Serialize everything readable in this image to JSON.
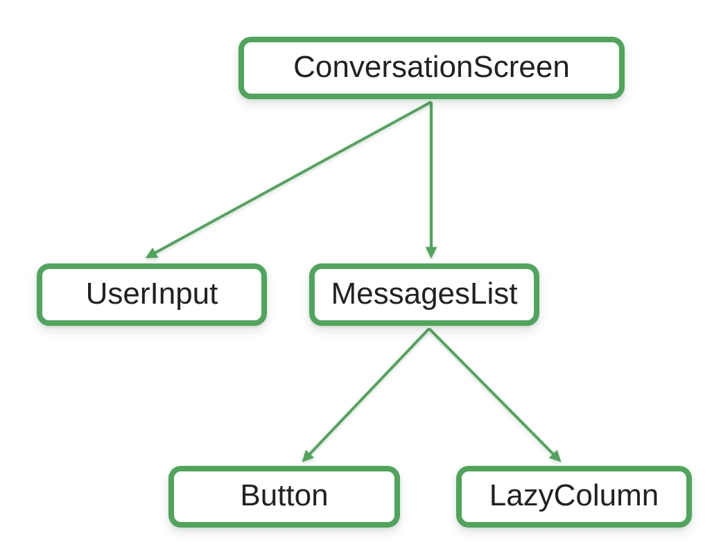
{
  "diagram": {
    "type": "component-tree",
    "description": "Compose UI component hierarchy tree",
    "nodes": {
      "conversation_screen": {
        "label": "ConversationScreen"
      },
      "user_input": {
        "label": "UserInput"
      },
      "messages_list": {
        "label": "MessagesList"
      },
      "button": {
        "label": "Button"
      },
      "lazy_column": {
        "label": "LazyColumn"
      }
    },
    "edges": [
      {
        "from": "ConversationScreen",
        "to": "UserInput"
      },
      {
        "from": "ConversationScreen",
        "to": "MessagesList"
      },
      {
        "from": "MessagesList",
        "to": "Button"
      },
      {
        "from": "MessagesList",
        "to": "LazyColumn"
      }
    ]
  },
  "colors": {
    "accent_green": "#4FA55B",
    "node_fill": "#ffffff",
    "text": "#212121",
    "background": "#ffffff"
  }
}
